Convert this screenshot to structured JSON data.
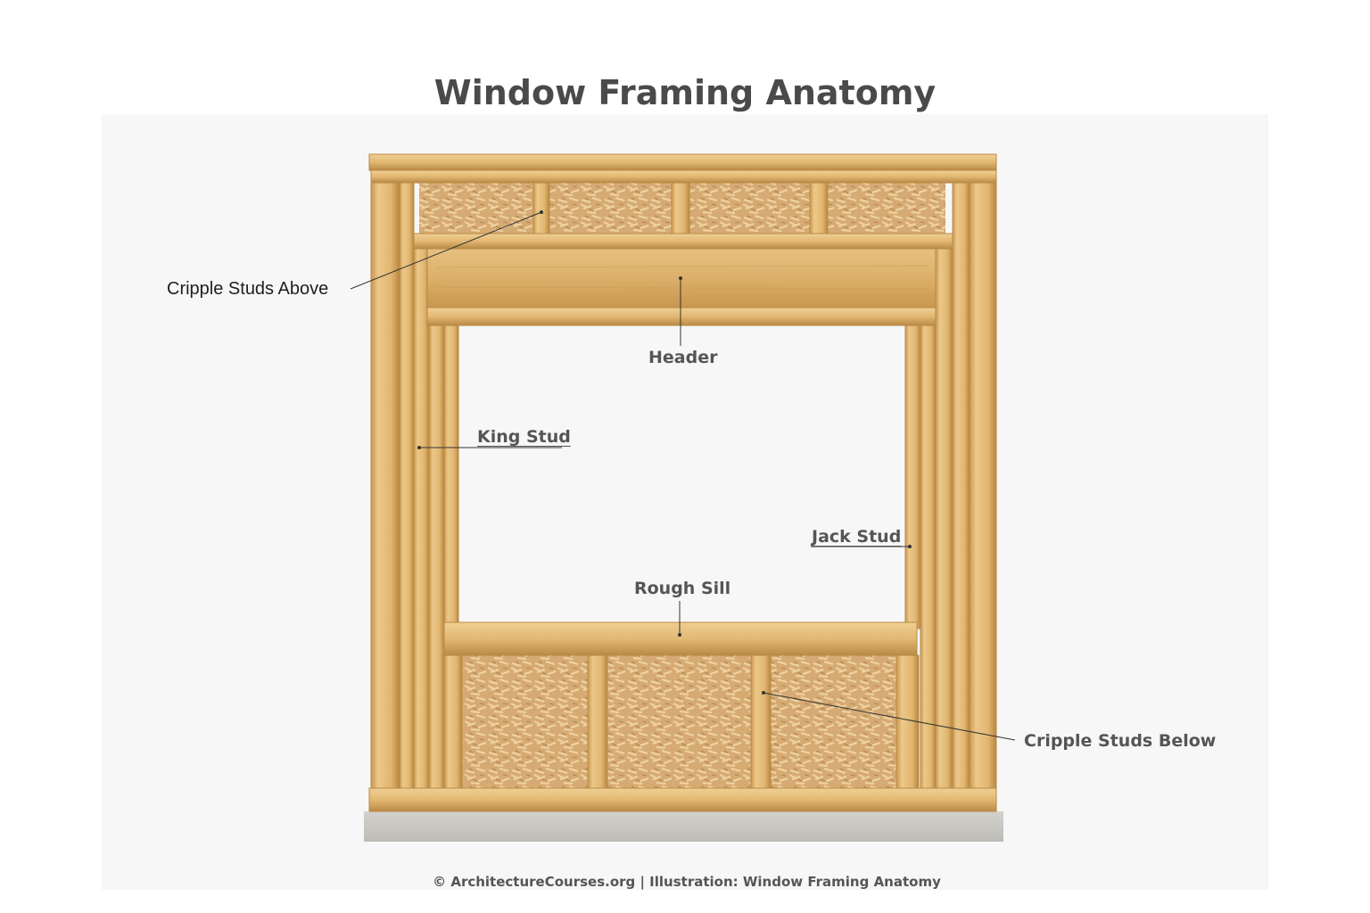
{
  "title": "Window Framing Anatomy",
  "labels": {
    "cripple_above": "Cripple Studs Above",
    "header": "Header",
    "king_stud": "King Stud",
    "jack_stud": "Jack Stud",
    "rough_sill": "Rough Sill",
    "cripple_below": "Cripple Studs Below"
  },
  "footer": "© ArchitectureCourses.org | Illustration: Window Framing Anatomy",
  "colors": {
    "wood": "#dcb06a",
    "wood_light": "#e8c283",
    "wood_dark": "#b98a45",
    "osb": "#d9b078",
    "concrete": "#c9c7c2"
  }
}
